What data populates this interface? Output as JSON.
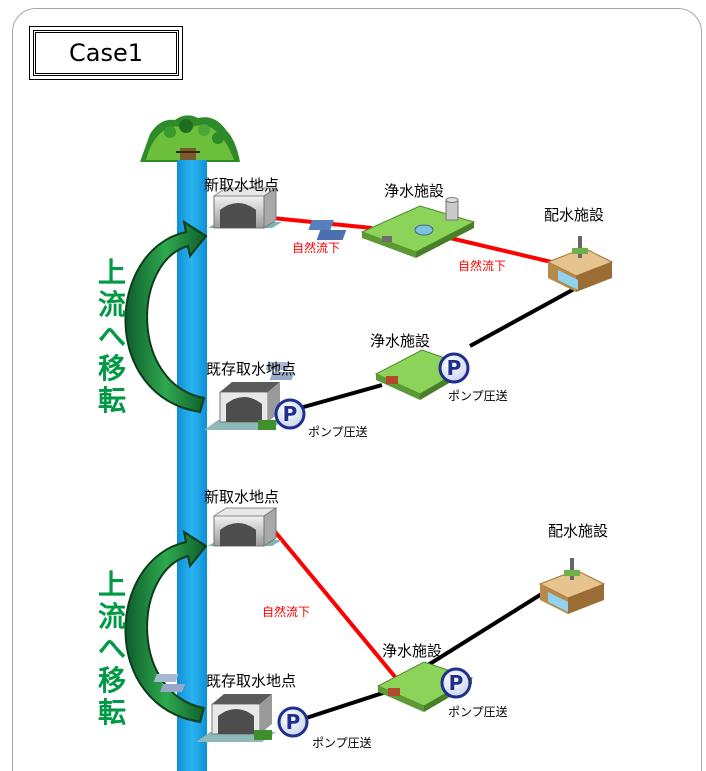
{
  "title": "Case1",
  "upper": {
    "new_intake": "新取水地点",
    "existing_intake": "既存取水地点",
    "purification_new": "浄水施設",
    "purification_existing": "浄水施設",
    "distribution": "配水施設",
    "flow_label_1": "自然流下",
    "flow_label_2": "自然流下",
    "pump_label_1": "ポンプ圧送",
    "pump_label_2": "ポンプ圧送",
    "move_chars": [
      "上",
      "流",
      "へ",
      "移",
      "転"
    ]
  },
  "lower": {
    "new_intake": "新取水地点",
    "existing_intake": "既存取水地点",
    "purification": "浄水施設",
    "distribution": "配水施設",
    "flow_label": "自然流下",
    "pump_label_1": "ポンプ圧送",
    "pump_label_2": "ポンプ圧送",
    "move_chars": [
      "上",
      "流",
      "へ",
      "移",
      "転"
    ]
  },
  "pump_symbol": "P",
  "colors": {
    "river": "#1ea7e9",
    "gravity_line": "#ff0000",
    "pump_line": "#000000",
    "move_text": "#009944",
    "arrow": "#1a7a3a"
  }
}
